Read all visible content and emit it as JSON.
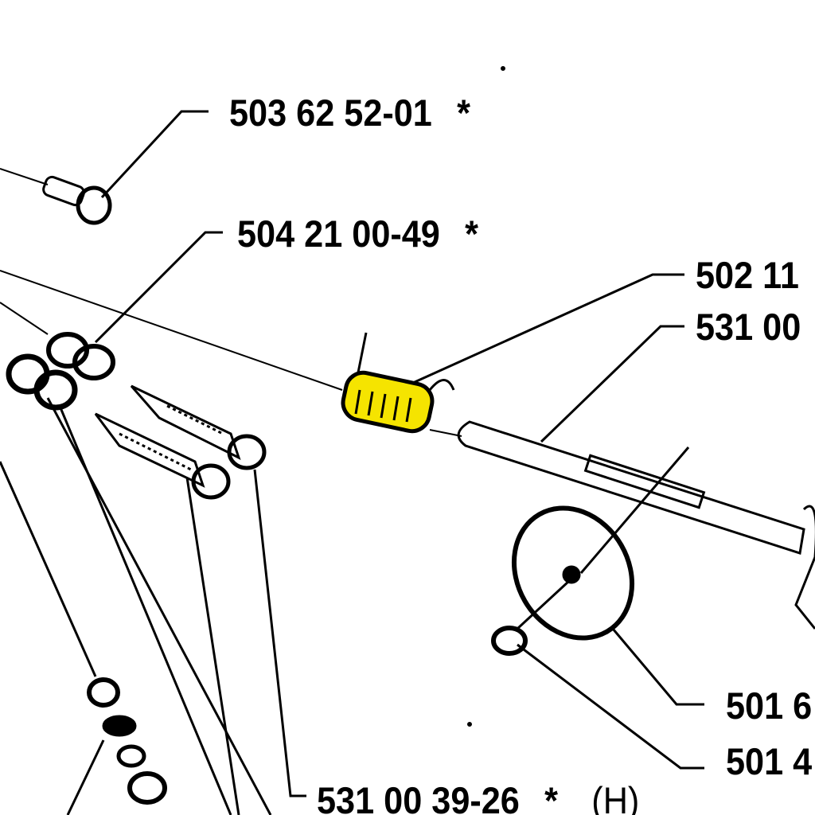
{
  "title": "Parts diagram - spring and shaft assembly",
  "colors": {
    "line": "#000000",
    "highlight": "#f5e400"
  },
  "callouts": [
    {
      "part": "503 62 52-01",
      "mark": "*"
    },
    {
      "part": "504 21 00-49",
      "mark": "*"
    },
    {
      "part": "502 11",
      "mark": ""
    },
    {
      "part": "531 00",
      "mark": ""
    },
    {
      "part": "501 6",
      "mark": ""
    },
    {
      "part": "501 4",
      "mark": ""
    },
    {
      "part": "531 00 39-26",
      "mark": "*",
      "note": "(H)"
    }
  ]
}
